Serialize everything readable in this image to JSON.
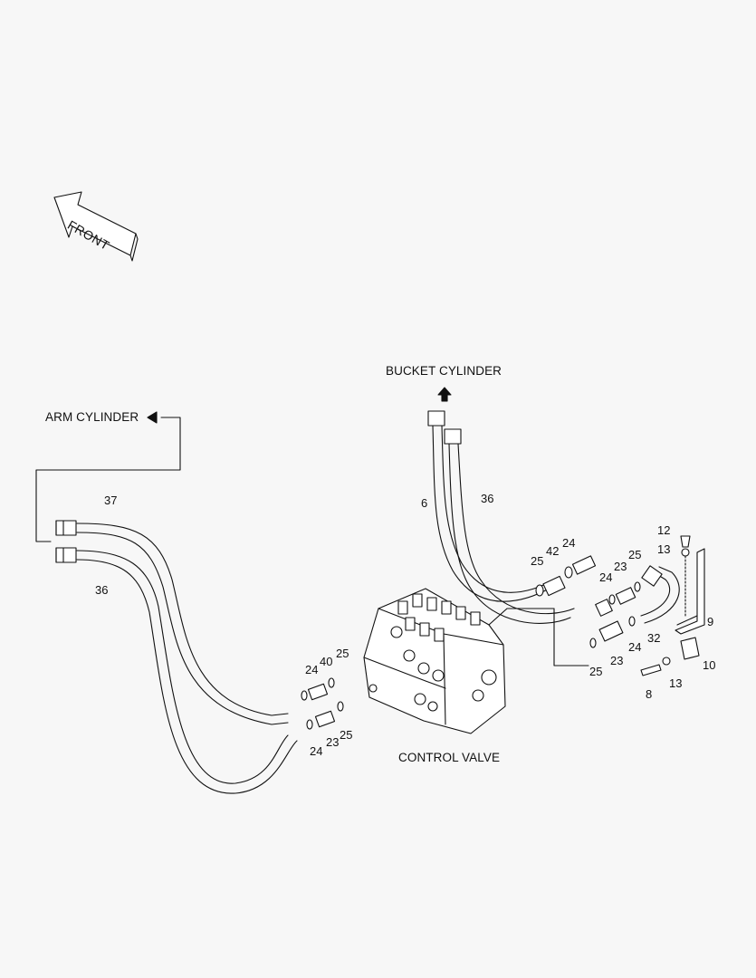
{
  "diagram": {
    "front_label": "FRONT",
    "labels": {
      "bucket_cylinder": "BUCKET CYLINDER",
      "arm_cylinder": "ARM CYLINDER",
      "control_valve": "CONTROL VALVE"
    },
    "callouts": {
      "c37": "37",
      "c36_left": "36",
      "c6": "6",
      "c36_right": "36",
      "c12": "12",
      "c13_top": "13",
      "c9": "9",
      "c10": "10",
      "c13_bottom": "13",
      "c8": "8",
      "c25_a": "25",
      "c42": "42",
      "c24_a": "24",
      "c24_b": "24",
      "c23_a": "23",
      "c25_b": "25",
      "c24_c": "24",
      "c25_c": "25",
      "c23_b": "23",
      "c32": "32",
      "c24_d": "24",
      "c40": "40",
      "c25_d": "25",
      "c24_e": "24",
      "c23_c": "23",
      "c25_e": "25"
    }
  }
}
